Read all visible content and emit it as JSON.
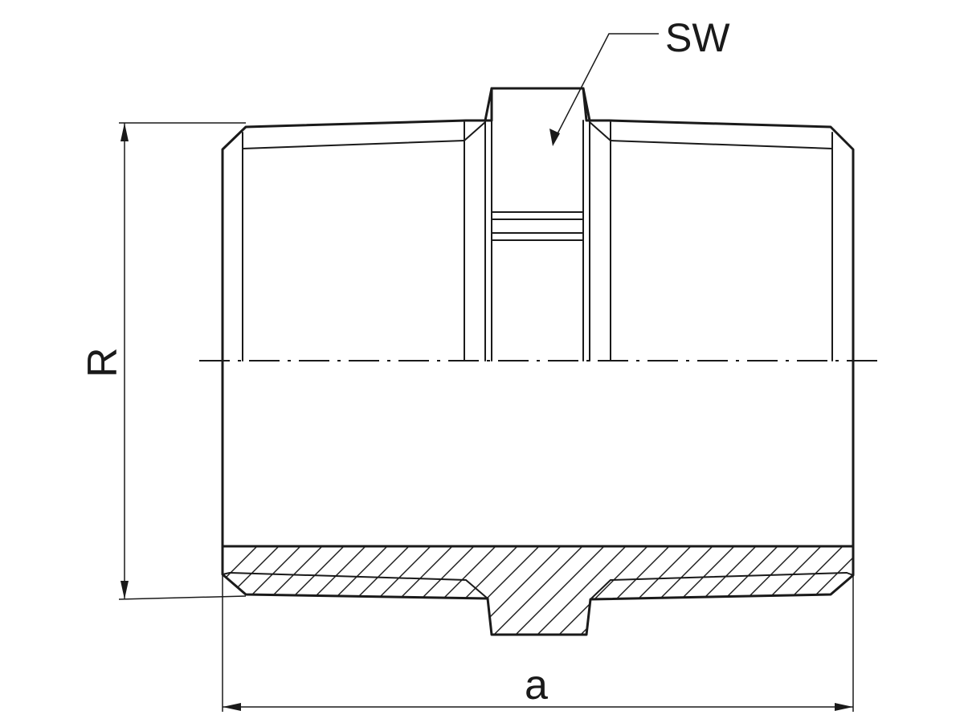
{
  "drawing": {
    "labels": {
      "wrench_size": "SW",
      "thread_size": "R",
      "length": "a"
    },
    "colors": {
      "line": "#1a1a1a",
      "background": "#ffffff"
    }
  }
}
